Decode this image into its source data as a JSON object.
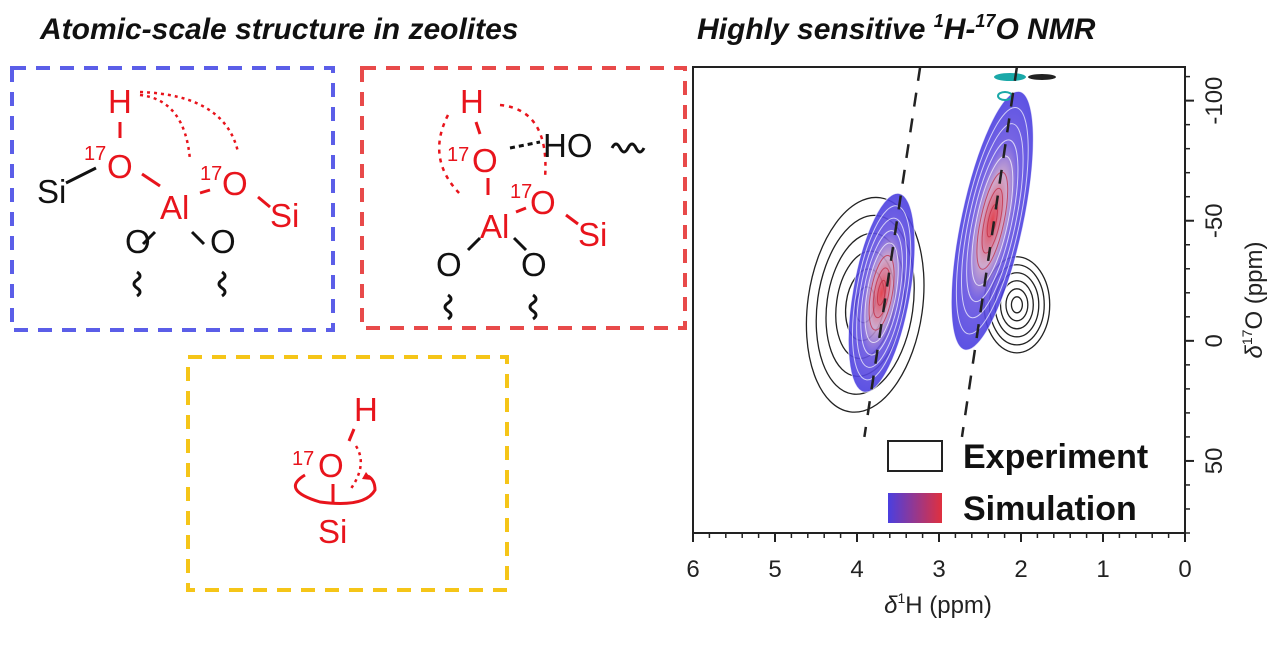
{
  "left_title": "Atomic-scale structure in zeolites",
  "right_title": {
    "main": "Highly sensitive ",
    "sup1": "1",
    "h": "H-",
    "sup2": "17",
    "rest": "O NMR"
  },
  "structures": {
    "blue": {
      "H": "H",
      "O1": "O",
      "O1_sup": "17",
      "Si1": "Si",
      "Al": "Al",
      "O2": "O",
      "O2_sup": "17",
      "Si2": "Si",
      "O3": "O",
      "O4": "O"
    },
    "red": {
      "H": "H",
      "O1": "O",
      "O1_sup": "17",
      "HO": "HO",
      "Al": "Al",
      "O2": "O",
      "O2_sup": "17",
      "Si": "Si",
      "O3": "O",
      "O4": "O"
    },
    "yellow": {
      "H": "H",
      "O": "O",
      "O_sup": "17",
      "Si": "Si"
    }
  },
  "colors": {
    "blue_box": "#5b5ee8",
    "red_box": "#e84a4a",
    "yellow_box": "#f5c518",
    "atom_red": "#e8141c",
    "sim_start": "#4a3fe0",
    "sim_end": "#e0303e",
    "teal": "#1aa8a8"
  },
  "chart_data": {
    "type": "contour",
    "xlabel": {
      "pre": "δ",
      "sup": "1",
      "post": "H (ppm)"
    },
    "ylabel": {
      "pre": "δ",
      "sup": "17",
      "post": "O (ppm)"
    },
    "xlim": [
      6,
      0
    ],
    "ylim": [
      -114,
      80
    ],
    "x_ticks": [
      "6",
      "5",
      "4",
      "3",
      "2",
      "1",
      "0"
    ],
    "x_tick_values": [
      6,
      5,
      4,
      3,
      2,
      1,
      0
    ],
    "y_ticks": [
      "-100",
      "-50",
      "0",
      "50"
    ],
    "y_tick_values": [
      -100,
      -50,
      0,
      50
    ],
    "legend": [
      {
        "label": "Experiment",
        "style": "outline"
      },
      {
        "label": "Simulation",
        "style": "gradient"
      }
    ],
    "legend_position": "bottom-right",
    "peaks": [
      {
        "name": "Simulation peak 1",
        "x": 3.7,
        "y": -20,
        "sx": 0.35,
        "sy": 42
      },
      {
        "name": "Simulation peak 2",
        "x": 2.35,
        "y": -50,
        "sx": 0.38,
        "sy": 55
      },
      {
        "name": "Experiment peak 1",
        "x": 3.9,
        "y": -15,
        "sx": 0.7,
        "sy": 45
      },
      {
        "name": "Experiment peak 3",
        "x": 2.05,
        "y": -15,
        "sx": 0.4,
        "sy": 20
      }
    ],
    "dashed_lines": [
      {
        "from": [
          3.23,
          -114
        ],
        "to": [
          3.91,
          40
        ]
      },
      {
        "from": [
          2.05,
          -114
        ],
        "to": [
          2.72,
          40
        ]
      }
    ]
  }
}
